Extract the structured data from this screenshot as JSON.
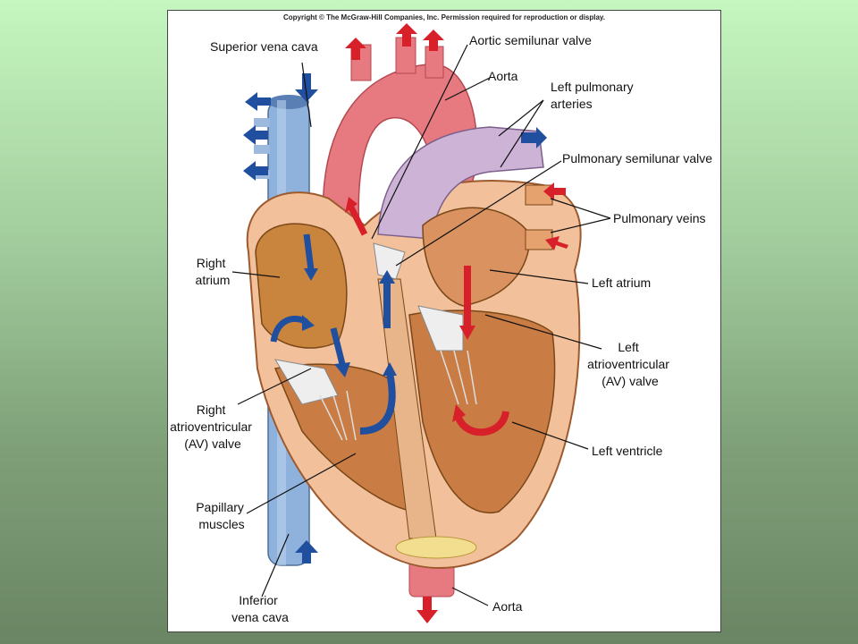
{
  "copyright": "Copyright © The McGraw-Hill Companies, Inc. Permission required for reproduction or display.",
  "labels": {
    "superior_vena_cava": "Superior vena cava",
    "aortic_semilunar_valve": "Aortic semilunar valve",
    "aorta_top": "Aorta",
    "left_pulmonary_arteries": [
      "Left pulmonary",
      "arteries"
    ],
    "pulmonary_semilunar_valve": "Pulmonary semilunar valve",
    "pulmonary_veins": "Pulmonary veins",
    "right_atrium": [
      "Right",
      "atrium"
    ],
    "left_atrium": "Left atrium",
    "left_av_valve": [
      "Left",
      "atrioventricular",
      "(AV) valve"
    ],
    "right_av_valve": [
      "Right",
      "atrioventricular",
      "(AV) valve"
    ],
    "left_ventricle": "Left ventricle",
    "papillary_muscles": [
      "Papillary",
      "muscles"
    ],
    "inferior_vena_cava": [
      "Inferior",
      "vena cava"
    ],
    "aorta_bottom": "Aorta"
  },
  "colors": {
    "oxygenated_arrow": "#d8202a",
    "deoxygenated_arrow": "#1f4f9e",
    "vena_cava": "#8fb2dd",
    "aorta": "#e67a80",
    "pulmonary_artery": "#cdb4d6",
    "myocardium": "#e6a26e",
    "heart_outer": "#f2c09a"
  }
}
